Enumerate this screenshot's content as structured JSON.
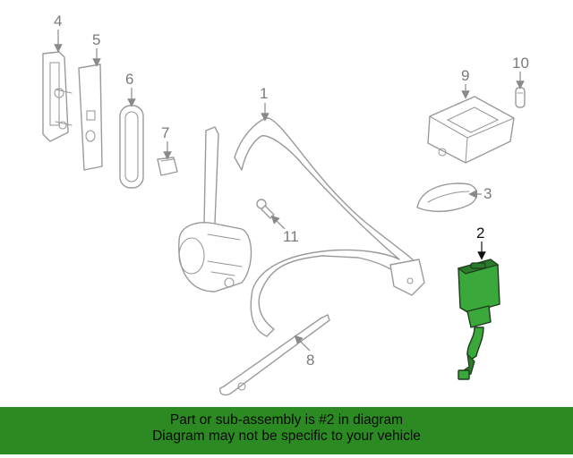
{
  "diagram": {
    "callouts": {
      "c1": "1",
      "c2": "2",
      "c3": "3",
      "c4": "4",
      "c5": "5",
      "c6": "6",
      "c7": "7",
      "c8": "8",
      "c9": "9",
      "c10": "10",
      "c11": "11"
    },
    "highlighted_part": "2",
    "colors": {
      "highlight": "#3aa83a",
      "banner": "#2c8a22",
      "line": "#9a9a9a"
    }
  },
  "banner": {
    "line1": "Part or sub-assembly is #2 in diagram",
    "line2": "Diagram may not be specific to your vehicle"
  }
}
